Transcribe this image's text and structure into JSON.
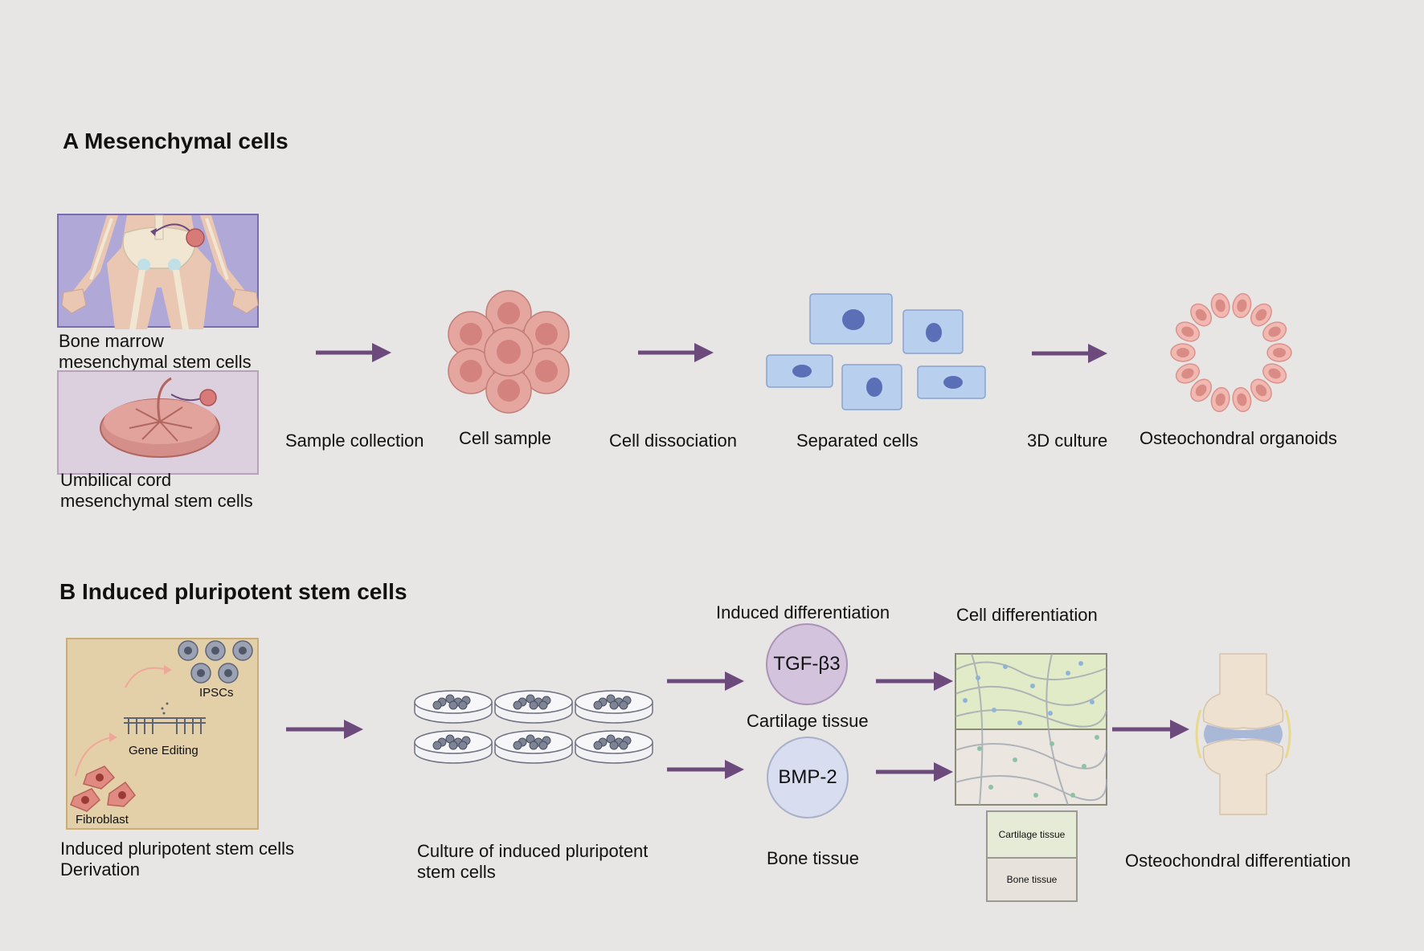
{
  "colors": {
    "background": "#e8e6e5",
    "arrow": "#6d4a7c",
    "bone_marrow_panel": "#b0a8d6",
    "umbilical_panel": "#dcd0df",
    "ipsc_panel": "#e3cfa8",
    "cell_sample": "#e6a6a0",
    "separated_cells": "#b8cfee",
    "nucleus": "#5a6fb6",
    "tgf_circle": "#d3c3dd",
    "bmp_circle": "#d8ddef",
    "cartilage_tissue": "#e1ebc8",
    "bone_tissue": "#ece6e0"
  },
  "section_a": {
    "heading": "A Mesenchymal cells",
    "bone_marrow_label": [
      "Bone marrow",
      "mesenchymal stem cells"
    ],
    "umbilical_label": [
      "Umbilical cord",
      "mesenchymal stem cells"
    ],
    "steps": {
      "sample_collection": "Sample collection",
      "cell_sample": "Cell sample",
      "cell_dissociation": "Cell dissociation",
      "separated_cells": "Separated cells",
      "culture_3d": "3D culture",
      "organoids": "Osteochondral organoids"
    }
  },
  "section_b": {
    "heading": "B Induced pluripotent stem cells",
    "ipsc_panel": {
      "ipscs": "IPSCs",
      "gene_editing": "Gene Editing",
      "fibroblast": "Fibroblast"
    },
    "derivation_label": [
      "Induced pluripotent stem cells",
      "Derivation"
    ],
    "culture_label": [
      "Culture of induced pluripotent",
      "stem cells"
    ],
    "induced_differentiation": "Induced differentiation",
    "tgf_b3": "TGF-β3",
    "cartilage_tissue": "Cartilage tissue",
    "bmp2": "BMP-2",
    "bone_tissue": "Bone tissue",
    "cell_differentiation": "Cell differentiation",
    "legend_cartilage": "Cartilage tissue",
    "legend_bone": "Bone tissue",
    "osteochondral_differentiation": "Osteochondral differentiation"
  }
}
